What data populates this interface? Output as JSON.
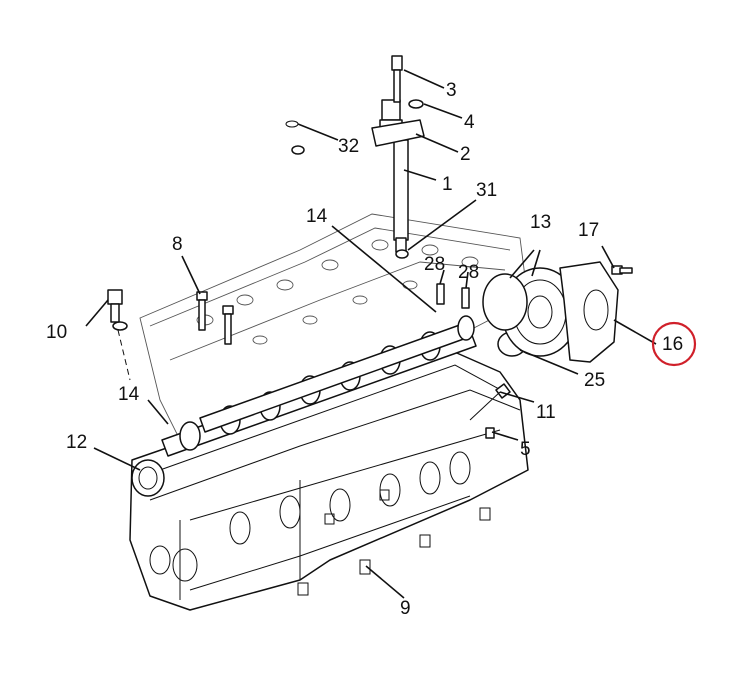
{
  "highlight_color": "#d0202a",
  "callouts": [
    {
      "id": "c1",
      "label": "1"
    },
    {
      "id": "c2",
      "label": "2"
    },
    {
      "id": "c3",
      "label": "3"
    },
    {
      "id": "c4",
      "label": "4"
    },
    {
      "id": "c5",
      "label": "5"
    },
    {
      "id": "c8",
      "label": "8"
    },
    {
      "id": "c9",
      "label": "9"
    },
    {
      "id": "c10",
      "label": "10"
    },
    {
      "id": "c11",
      "label": "11"
    },
    {
      "id": "c12",
      "label": "12"
    },
    {
      "id": "c13",
      "label": "13"
    },
    {
      "id": "c14a",
      "label": "14"
    },
    {
      "id": "c14b",
      "label": "14"
    },
    {
      "id": "c16",
      "label": "16"
    },
    {
      "id": "c17",
      "label": "17"
    },
    {
      "id": "c25",
      "label": "25"
    },
    {
      "id": "c28a",
      "label": "28"
    },
    {
      "id": "c28b",
      "label": "28"
    },
    {
      "id": "c31",
      "label": "31"
    },
    {
      "id": "c32",
      "label": "32"
    }
  ]
}
